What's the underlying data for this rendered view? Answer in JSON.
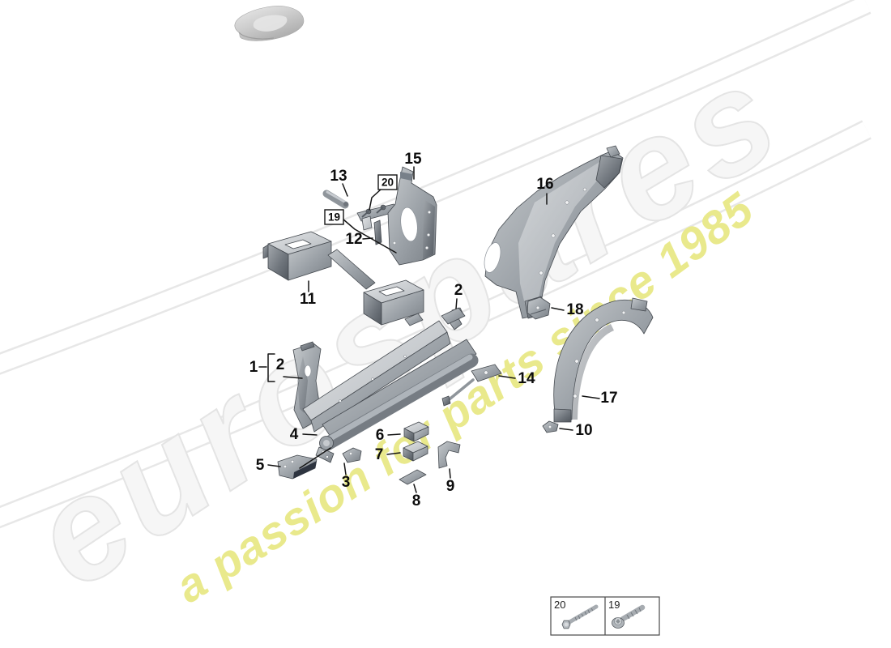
{
  "watermark": {
    "brand": "eurospares",
    "tagline": "a passion for parts since 1985",
    "brand_fill": "#f6f6f6",
    "brand_outline": "#e4e4e4",
    "tagline_color": "#e9e98c"
  },
  "diagram": {
    "part_labels": [
      "1",
      "2",
      "3",
      "4",
      "5",
      "6",
      "7",
      "8",
      "9",
      "10",
      "11",
      "12",
      "13",
      "14",
      "15",
      "16",
      "17",
      "18"
    ],
    "boxed_fasteners": [
      "19",
      "20"
    ]
  },
  "legend": {
    "items": [
      {
        "label": "20",
        "icon": "hex-bolt"
      },
      {
        "label": "19",
        "icon": "torx-screw"
      }
    ]
  }
}
